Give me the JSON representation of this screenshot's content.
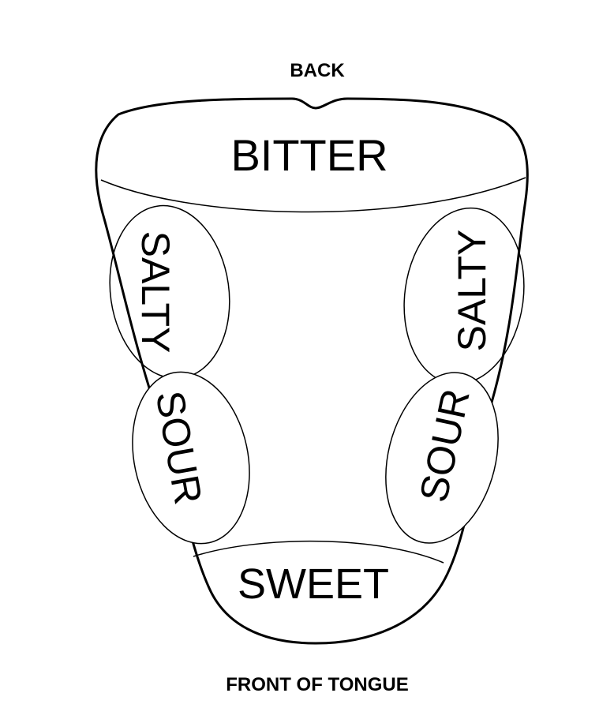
{
  "title_top": "BACK",
  "title_bottom": "FRONT OF TONGUE",
  "regions": {
    "bitter": "BITTER",
    "salty_left": "SALTY",
    "salty_right": "SALTY",
    "sour_left": "SOUR",
    "sour_right": "SOUR",
    "sweet": "SWEET"
  },
  "colors": {
    "stroke": "#000000",
    "fill": "#ffffff"
  }
}
